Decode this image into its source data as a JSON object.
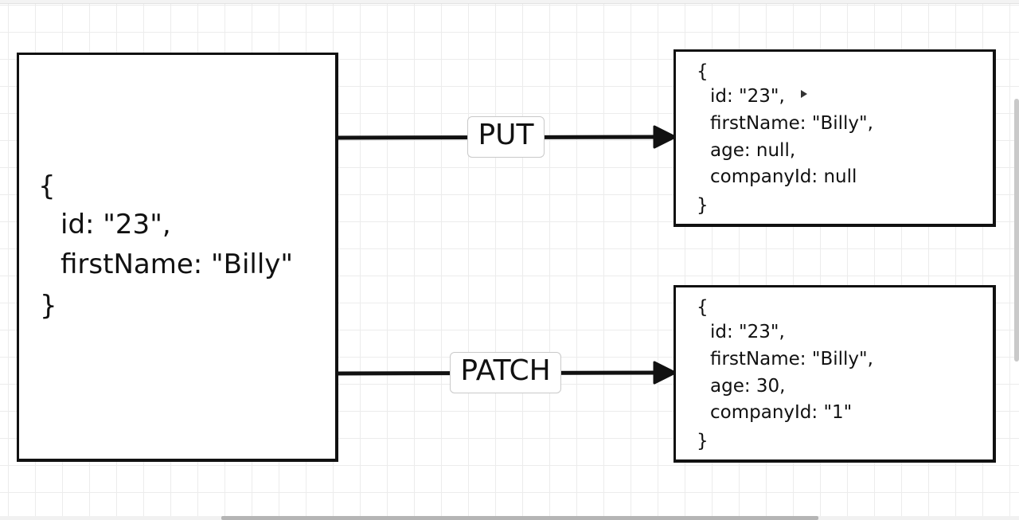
{
  "source": {
    "lines": [
      "{",
      "id: \"23\",",
      "firstName: \"Billy\"",
      "}"
    ]
  },
  "put": {
    "method": "PUT",
    "result_lines": [
      "{",
      "id: \"23\",",
      "firstName: \"Billy\",",
      "age: null,",
      "companyId: null",
      "}"
    ]
  },
  "patch": {
    "method": "PATCH",
    "result_lines": [
      "{",
      "id: \"23\",",
      "firstName: \"Billy\",",
      "age: 30,",
      "companyId: \"1\"",
      "}"
    ]
  },
  "colors": {
    "stroke": "#111111",
    "grid": "#ececec",
    "background": "#ffffff"
  },
  "icons": {
    "cursor": "pointer-cursor-icon"
  }
}
